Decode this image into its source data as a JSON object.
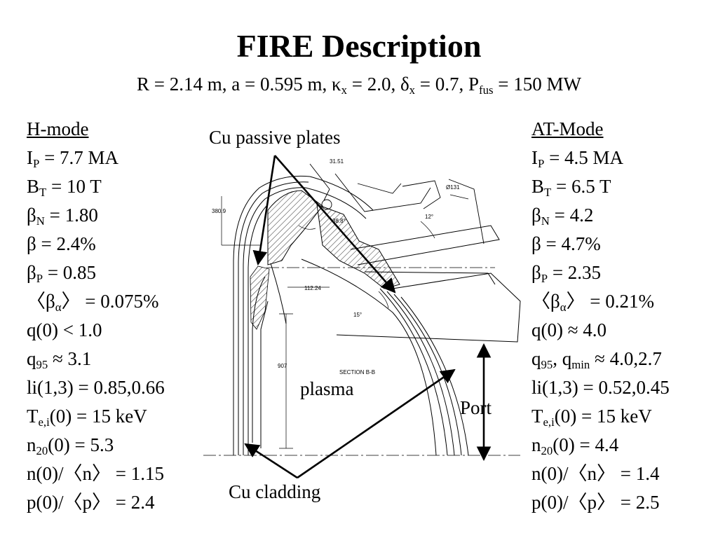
{
  "title": "FIRE Description",
  "subtitle": {
    "parts": [
      "R = 2.14 m, a = 0.595 m, κ",
      "x",
      " = 2.0, δ",
      "x",
      " = 0.7, P",
      "fus",
      " = 150 MW"
    ]
  },
  "left": {
    "heading": "H-mode",
    "rows": [
      [
        "I",
        "P",
        " = 7.7 MA"
      ],
      [
        "B",
        "T",
        " = 10 T"
      ],
      [
        "β",
        "N",
        " = 1.80"
      ],
      [
        "β = 2.4%",
        "",
        ""
      ],
      [
        "β",
        "P",
        " = 0.85"
      ],
      [
        "〈β",
        "α",
        "〉 = 0.075%"
      ],
      [
        "q(0) < 1.0",
        "",
        ""
      ],
      [
        "q",
        "95",
        " ≈ 3.1"
      ],
      [
        "li(1,3) = 0.85,0.66",
        "",
        ""
      ],
      [
        "T",
        "e,i",
        "(0) = 15 keV"
      ],
      [
        "n",
        "20",
        "(0) = 5.3"
      ],
      [
        "n(0)/〈n〉 = 1.15",
        "",
        ""
      ],
      [
        "p(0)/〈p〉 = 2.4",
        "",
        ""
      ]
    ]
  },
  "right": {
    "heading": "AT-Mode",
    "rows": [
      [
        "I",
        "P",
        " = 4.5 MA"
      ],
      [
        "B",
        "T",
        " = 6.5 T"
      ],
      [
        "β",
        "N",
        " = 4.2"
      ],
      [
        "β = 4.7%",
        "",
        ""
      ],
      [
        "β",
        "P",
        " = 2.35"
      ],
      [
        "〈β",
        "α",
        "〉 = 0.21%"
      ],
      [
        "q(0) ≈ 4.0",
        "",
        ""
      ],
      [
        "q",
        "95",
        ", q"
      ],
      [
        "li(1,3) = 0.52,0.45",
        "",
        ""
      ],
      [
        "T",
        "e,i",
        "(0) = 15 keV"
      ],
      [
        "n",
        "20",
        "(0) = 4.4"
      ],
      [
        "n(0)/〈n〉 = 1.4",
        "",
        ""
      ],
      [
        "p(0)/〈p〉 = 2.5",
        "",
        ""
      ]
    ],
    "q95_suffix": [
      "min",
      " ≈ 4.0,2.7"
    ]
  },
  "diagram": {
    "labels": {
      "passive_plates": "Cu passive plates",
      "plasma": "plasma",
      "port": "Port",
      "cladding": "Cu cladding"
    },
    "drawing_marks": {
      "d1": "31.51",
      "d2": "Ø131",
      "d3": "380.9",
      "d4": "38.8°",
      "d5": "12°",
      "d6": "112.24",
      "d7": "15°",
      "d8": "907",
      "section": "SECTION B-B"
    }
  }
}
